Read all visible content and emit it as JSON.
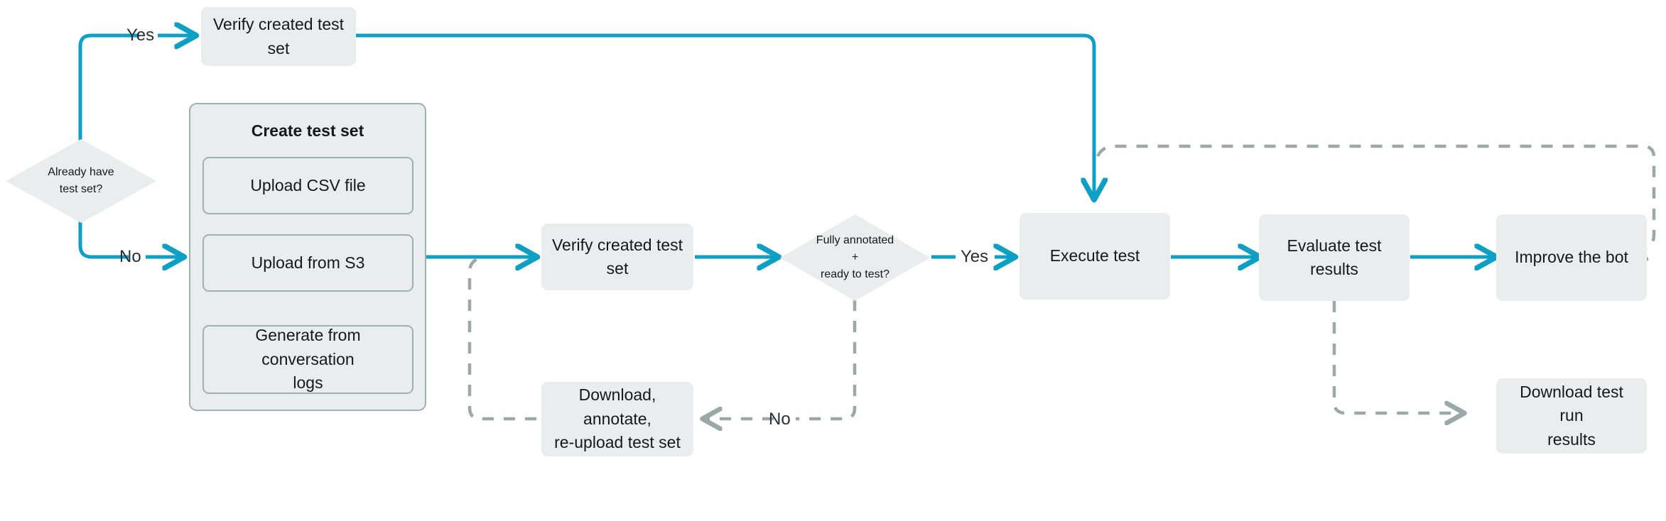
{
  "diagram": {
    "title": "Bot test set evaluation workflow",
    "colors": {
      "node_fill": "#e9edee",
      "node_border": "#9fb0b0",
      "flow_accent": "#0d9fc4",
      "dashed_edge": "#9aa9a8",
      "text": "#16191c",
      "background": "#ffffff"
    }
  },
  "nodes": {
    "decision_have_test_set": "Already have\ntest set?",
    "verify_created_test_set_top": "Verify created test\nset",
    "create_test_set_group_title": "Create test set",
    "upload_csv": "Upload CSV file",
    "upload_s3": "Upload from S3",
    "generate_logs": "Generate from conversation\nlogs",
    "verify_created_test_set_mid": "Verify created test\nset",
    "decision_fully_annotated": "Fully annotated\n+\nready to test?",
    "download_annotate": "Download, annotate,\nre-upload test set",
    "execute_test": "Execute test",
    "evaluate_results": "Evaluate test\nresults",
    "improve_bot": "Improve the bot",
    "download_run_results": "Download test run\nresults"
  },
  "edge_labels": {
    "yes_have_test_set": "Yes",
    "no_have_test_set": "No",
    "yes_annotated": "Yes",
    "no_annotated": "No"
  }
}
